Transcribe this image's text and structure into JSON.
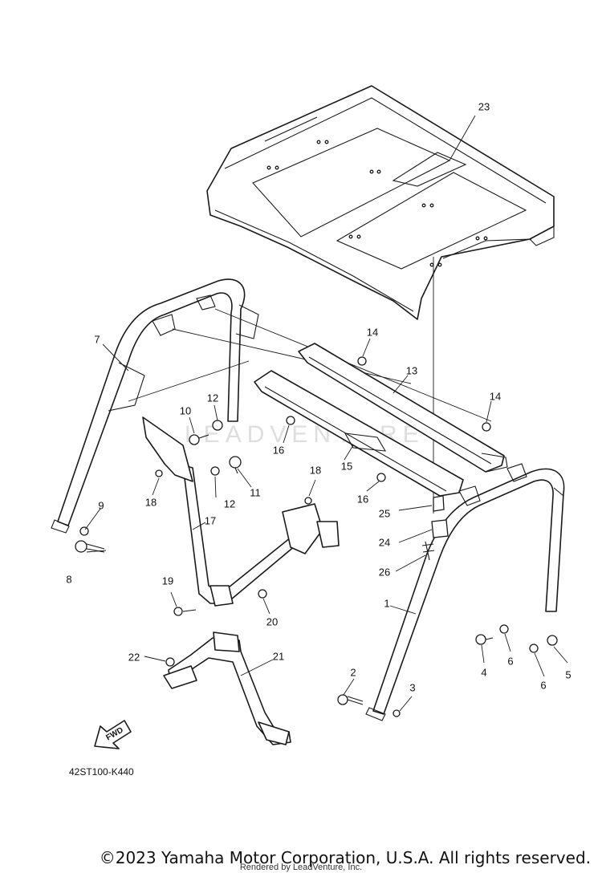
{
  "diagram": {
    "code": "42ST100-K440",
    "fwd_label": "FWD",
    "watermark": "LEADVENTURE",
    "callouts": [
      {
        "id": "c1",
        "label": "1"
      },
      {
        "id": "c2",
        "label": "2"
      },
      {
        "id": "c3",
        "label": "3"
      },
      {
        "id": "c4",
        "label": "4"
      },
      {
        "id": "c5",
        "label": "5"
      },
      {
        "id": "c6a",
        "label": "6"
      },
      {
        "id": "c6b",
        "label": "6"
      },
      {
        "id": "c7",
        "label": "7"
      },
      {
        "id": "c8",
        "label": "8"
      },
      {
        "id": "c9",
        "label": "9"
      },
      {
        "id": "c10",
        "label": "10"
      },
      {
        "id": "c11",
        "label": "11"
      },
      {
        "id": "c12a",
        "label": "12"
      },
      {
        "id": "c12b",
        "label": "12"
      },
      {
        "id": "c13",
        "label": "13"
      },
      {
        "id": "c14a",
        "label": "14"
      },
      {
        "id": "c14b",
        "label": "14"
      },
      {
        "id": "c15",
        "label": "15"
      },
      {
        "id": "c16a",
        "label": "16"
      },
      {
        "id": "c16b",
        "label": "16"
      },
      {
        "id": "c17",
        "label": "17"
      },
      {
        "id": "c18a",
        "label": "18"
      },
      {
        "id": "c18b",
        "label": "18"
      },
      {
        "id": "c19",
        "label": "19"
      },
      {
        "id": "c20",
        "label": "20"
      },
      {
        "id": "c21",
        "label": "21"
      },
      {
        "id": "c22",
        "label": "22"
      },
      {
        "id": "c23",
        "label": "23"
      },
      {
        "id": "c24",
        "label": "24"
      },
      {
        "id": "c25",
        "label": "25"
      },
      {
        "id": "c26",
        "label": "26"
      }
    ]
  },
  "footer": {
    "copyright": "©2023 Yamaha Motor Corporation, U.S.A. All rights reserved.",
    "rendered_by": "Rendered by LeadVenture, Inc."
  }
}
